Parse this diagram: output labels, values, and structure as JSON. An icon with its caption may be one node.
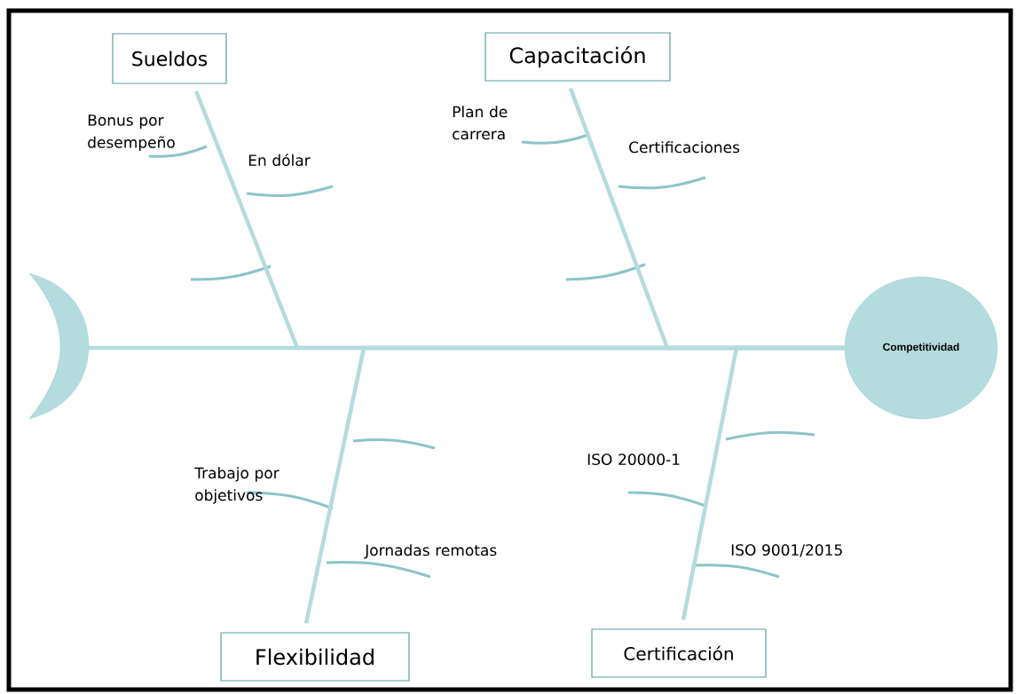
{
  "diagram": {
    "nodes": [
      {
        "text": [
          "Sueldos"
        ]
      },
      {
        "text": [
          "Capacitación"
        ]
      },
      {
        "text": [
          "Flexibilidad"
        ]
      },
      {
        "text": [
          "Certificación"
        ]
      },
      {
        "text": [
          "Competitividad"
        ]
      },
      {
        "text": [],
        "shape": "crescent"
      }
    ],
    "edges": [
      {
        "from": 5,
        "to": 4,
        "arrow": "none"
      },
      {
        "from": 0,
        "to": 4,
        "arrow": "none"
      },
      {
        "from": 1,
        "to": 4,
        "arrow": "none"
      },
      {
        "from": 2,
        "to": 4,
        "arrow": "none"
      },
      {
        "from": 3,
        "to": 4,
        "arrow": "none"
      }
    ],
    "labels": [
      "Bonus por desempeño",
      "En dólar",
      "Plan de carrera",
      "Certificaciones",
      "ISO 20000-1",
      "Trabajo por objetivos",
      "Jornadas remotas",
      "ISO 9001/2015"
    ]
  }
}
